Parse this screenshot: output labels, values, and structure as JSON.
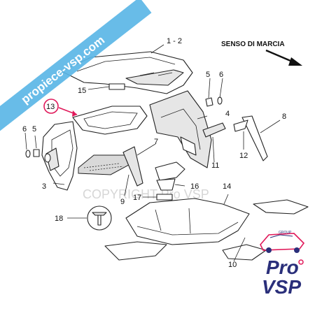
{
  "direction_label": "SENSO DI MARCIA",
  "watermark": "COPYRIGHT Pro VSP",
  "banner": {
    "text": "propiece-vsp.com",
    "color": "#5bb6e6"
  },
  "logo": {
    "group_text": "GROUP",
    "line1": "Pro",
    "line2": "VSP",
    "primary_color": "#2a2f7a",
    "accent_color": "#e0195a"
  },
  "highlight_color": "#e0195a",
  "callouts": {
    "c1": "1 - 2",
    "c3": "3",
    "c4": "4",
    "c5a": "5",
    "c5b": "5",
    "c6a": "6",
    "c6b": "6",
    "c7": "7",
    "c8": "8",
    "c9": "9",
    "c10": "10",
    "c11": "11",
    "c12": "12",
    "c13": "13",
    "c14": "14",
    "c15": "15",
    "c16": "16",
    "c17": "17",
    "c18": "18"
  }
}
